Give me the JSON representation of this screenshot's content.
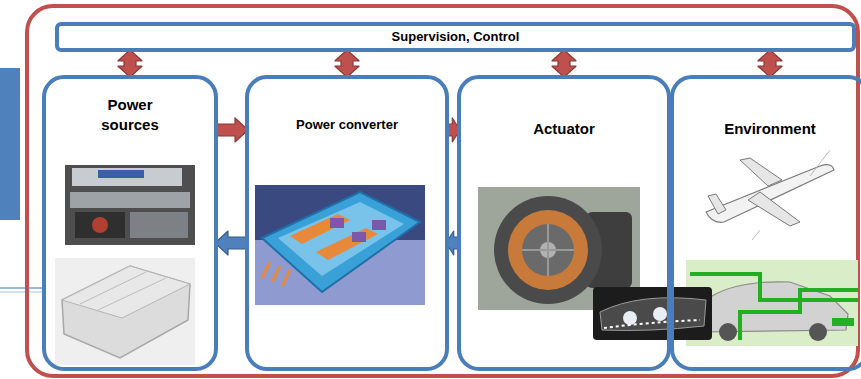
{
  "diagram": {
    "nodes": [
      {
        "text": [
          "Supervision, Control"
        ]
      },
      {
        "text": [
          "Power sources"
        ]
      },
      {
        "text": [
          "Power converter"
        ]
      },
      {
        "text": [
          "Actuator"
        ]
      },
      {
        "text": [
          "Environment"
        ]
      }
    ],
    "edges": [
      {
        "from": 0,
        "to": 1,
        "arrow": "both"
      },
      {
        "from": 0,
        "to": 2,
        "arrow": "both"
      },
      {
        "from": 0,
        "to": 3,
        "arrow": "both"
      },
      {
        "from": 0,
        "to": 4,
        "arrow": "both"
      },
      {
        "from": 1,
        "to": 2,
        "arrow": "to"
      },
      {
        "from": 2,
        "to": 3,
        "arrow": "to"
      },
      {
        "from": 3,
        "to": 4,
        "arrow": "to"
      },
      {
        "from": 4,
        "to": 3,
        "arrow": "to"
      },
      {
        "from": 3,
        "to": 2,
        "arrow": "to"
      },
      {
        "from": 2,
        "to": 1,
        "arrow": "to"
      }
    ]
  }
}
